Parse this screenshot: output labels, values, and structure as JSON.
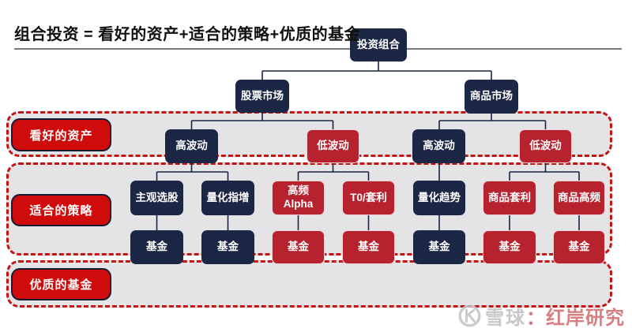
{
  "title": {
    "text": "组合投资 = 看好的资产+适合的策略+优质的基金"
  },
  "palette": {
    "navy_node": "#1c2645",
    "red_node": "#b7222f",
    "label_red": "#d00b0b",
    "band_background": "#e4e4e7",
    "band_dashed_border": "#c41414",
    "connector_line": "#1a2340"
  },
  "row_labels": [
    {
      "label": "看好的资产"
    },
    {
      "label": "适合的策略"
    },
    {
      "label": "优质的基金"
    }
  ],
  "nodes": {
    "root": {
      "label": "投资组合",
      "color": "navy"
    },
    "markets": [
      {
        "label": "股票市场",
        "color": "navy"
      },
      {
        "label": "商品市场",
        "color": "navy"
      }
    ],
    "volatility": [
      {
        "label": "高波动",
        "color": "navy"
      },
      {
        "label": "低波动",
        "color": "red"
      },
      {
        "label": "高波动",
        "color": "navy"
      },
      {
        "label": "低波动",
        "color": "red"
      }
    ],
    "strategies": [
      {
        "label": "主观选股",
        "color": "navy"
      },
      {
        "label": "量化指增",
        "color": "navy"
      },
      {
        "label": "高频\nAlpha",
        "color": "red"
      },
      {
        "label": "T0/套利",
        "color": "red"
      },
      {
        "label": "量化趋势",
        "color": "navy"
      },
      {
        "label": "商品套利",
        "color": "red"
      },
      {
        "label": "商品高频",
        "color": "red"
      }
    ],
    "funds": [
      {
        "label": "基金",
        "color": "navy"
      },
      {
        "label": "基金",
        "color": "navy"
      },
      {
        "label": "基金",
        "color": "red"
      },
      {
        "label": "基金",
        "color": "red"
      },
      {
        "label": "基金",
        "color": "navy"
      },
      {
        "label": "基金",
        "color": "red"
      },
      {
        "label": "基金",
        "color": "red"
      }
    ]
  },
  "watermark": {
    "site": "雪球",
    "separator": "：",
    "author": "红岸研究",
    "logo": "snowball-icon"
  }
}
